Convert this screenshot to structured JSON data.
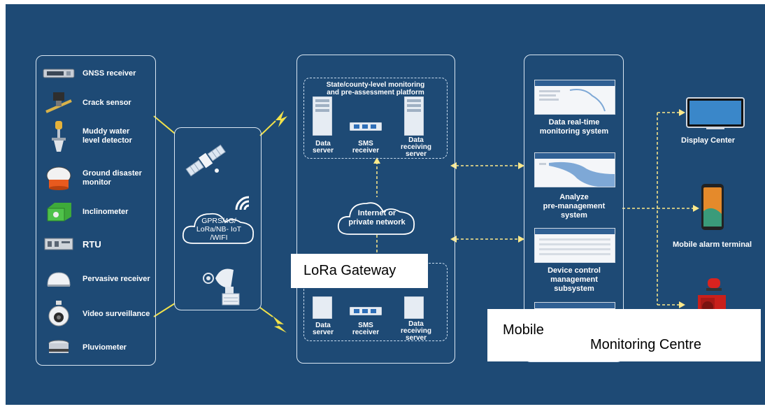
{
  "colors": {
    "background": "#1e4a75",
    "accent": "#f2e24a",
    "connector": "#ffe98a"
  },
  "sensors": [
    {
      "label": "GNSS receiver",
      "icon": "gnss-receiver-icon"
    },
    {
      "label": "Crack sensor",
      "icon": "crack-sensor-icon"
    },
    {
      "label": "Muddy water\nlevel detector",
      "icon": "water-level-detector-icon"
    },
    {
      "label": "Ground disaster\nmonitor",
      "icon": "ground-disaster-monitor-icon"
    },
    {
      "label": "Inclinometer",
      "icon": "inclinometer-icon"
    },
    {
      "label": "RTU",
      "icon": "rtu-icon"
    },
    {
      "label": "Pervasive receiver",
      "icon": "pervasive-receiver-icon"
    },
    {
      "label": "Video surveillance",
      "icon": "video-camera-icon"
    },
    {
      "label": "Pluviometer",
      "icon": "pluviometer-icon"
    }
  ],
  "transmission": {
    "label": "GPRS/4G/\nLoRa/NB- IoT\n/WIFI"
  },
  "platform": {
    "title": "State/county-level monitoring\nand pre-assessment platform",
    "servers": [
      "Data\nserver",
      "SMS\nreceiver",
      "Data\nreceiving\nserver"
    ],
    "network": "Internet or\nprivate network",
    "lower_servers": [
      "Data\nserver",
      "SMS\nreceiver",
      "Data\nreceiving\nserver"
    ]
  },
  "systems": [
    "Data real-time\nmonitoring system",
    "Analyze\npre-management\nsystem",
    "Device control\nmanagement\nsubsystem"
  ],
  "terminals": [
    {
      "label": "Display Center",
      "icon": "monitor-icon"
    },
    {
      "label": "Mobile alarm terminal",
      "icon": "smartphone-icon"
    },
    {
      "label": "",
      "icon": "siren-icon"
    }
  ],
  "overlays": {
    "gateway": "LoRa Gateway",
    "mobile": "Mobile",
    "monitoring_centre": "Monitoring Centre"
  }
}
